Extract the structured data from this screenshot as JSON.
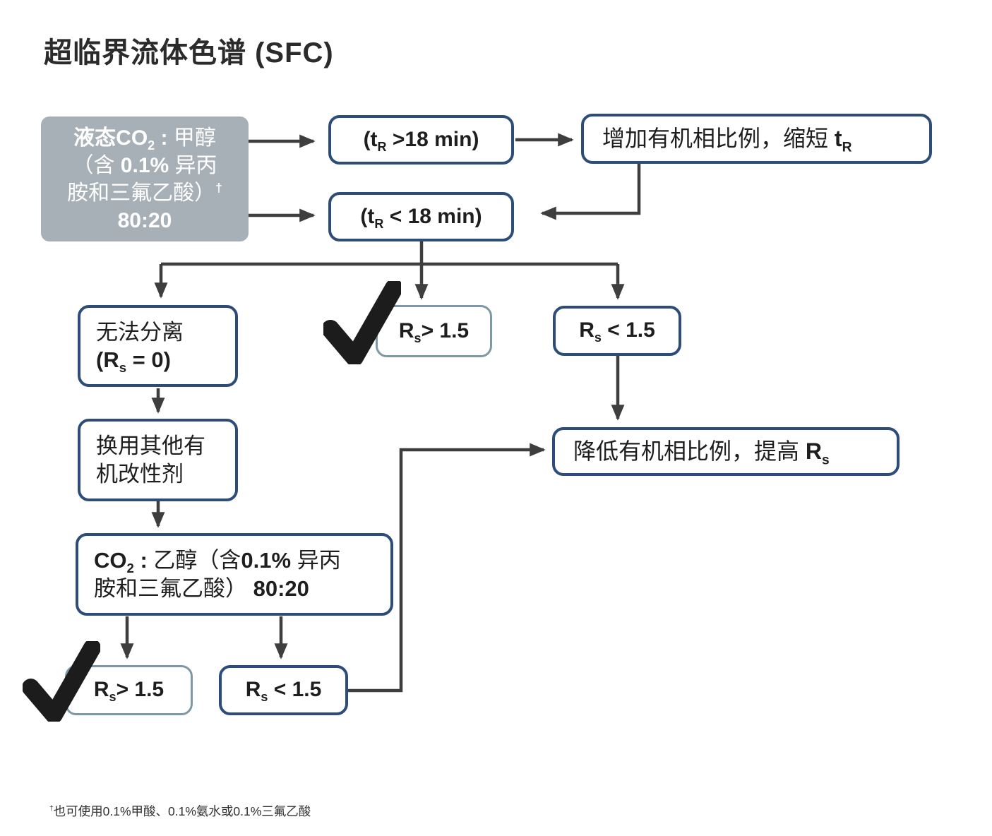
{
  "title": "超临界流体色谱 (SFC)",
  "colors": {
    "navy_border": "#2e4c78",
    "light_border": "#7e98a5",
    "gray_fill": "#a7b0b7",
    "arrow": "#3e3e3e",
    "check": "#1c1c1c",
    "background": "#ffffff"
  },
  "icons": {
    "check": "heavy check mark"
  },
  "nodes": {
    "source": {
      "lines": [
        [
          {
            "t": "液态CO",
            "b": 1
          },
          {
            "t": "2",
            "sub": 1,
            "b": 1
          },
          {
            "t": " : ",
            "b": 1
          },
          {
            "t": "甲醇"
          }
        ],
        [
          {
            "t": "（含 "
          },
          {
            "t": "0.1%",
            "b": 1
          },
          {
            "t": " 异丙"
          }
        ],
        [
          {
            "t": "胺和三氟乙酸）"
          },
          {
            "t": "†",
            "sup": 1,
            "b": 1
          }
        ],
        [
          {
            "t": "80:20",
            "b": 1
          }
        ]
      ]
    },
    "tr_gt18": {
      "lines": [
        [
          {
            "t": "(t",
            "b": 1
          },
          {
            "t": "R",
            "sub": 1,
            "b": 1
          },
          {
            "t": " >18 min)",
            "b": 1
          }
        ]
      ]
    },
    "increase_organic": {
      "lines": [
        [
          {
            "t": "增加有机相比例，缩短 "
          },
          {
            "t": "t",
            "b": 1
          },
          {
            "t": "R",
            "sub": 1,
            "b": 1
          }
        ]
      ]
    },
    "tr_lt18": {
      "lines": [
        [
          {
            "t": "(t",
            "b": 1
          },
          {
            "t": "R",
            "sub": 1,
            "b": 1
          },
          {
            "t": " < 18 min)",
            "b": 1
          }
        ]
      ]
    },
    "no_separation": {
      "lines": [
        [
          {
            "t": "无法分离"
          }
        ],
        [
          {
            "t": "(R",
            "b": 1
          },
          {
            "t": "s",
            "sub": 1,
            "b": 1
          },
          {
            "t": " = 0)",
            "b": 1
          }
        ]
      ]
    },
    "rs_ok_mid": {
      "lines": [
        [
          {
            "t": "R",
            "b": 1
          },
          {
            "t": "s",
            "sub": 1,
            "b": 1
          },
          {
            "t": "> 1.5",
            "b": 1
          }
        ]
      ]
    },
    "rs_low_top": {
      "lines": [
        [
          {
            "t": "R",
            "b": 1
          },
          {
            "t": "s",
            "sub": 1,
            "b": 1
          },
          {
            "t": " < 1.5",
            "b": 1
          }
        ]
      ]
    },
    "switch_modifier": {
      "lines": [
        [
          {
            "t": "换用其他有"
          }
        ],
        [
          {
            "t": "机改性剂"
          }
        ]
      ]
    },
    "co2_ethanol": {
      "lines": [
        [
          {
            "t": "CO",
            "b": 1
          },
          {
            "t": "2",
            "sub": 1,
            "b": 1
          },
          {
            "t": " : ",
            "b": 1
          },
          {
            "t": "乙醇（含"
          },
          {
            "t": "0.1%",
            "b": 1
          },
          {
            "t": " 异丙"
          }
        ],
        [
          {
            "t": "胺和三氟乙酸）"
          },
          {
            "t": " "
          },
          {
            "t": "80:20",
            "b": 1
          }
        ]
      ]
    },
    "rs_ok_bottom": {
      "lines": [
        [
          {
            "t": "R",
            "b": 1
          },
          {
            "t": "s",
            "sub": 1,
            "b": 1
          },
          {
            "t": "> 1.5",
            "b": 1
          }
        ]
      ]
    },
    "rs_low_bottom": {
      "lines": [
        [
          {
            "t": "R",
            "b": 1
          },
          {
            "t": "s",
            "sub": 1,
            "b": 1
          },
          {
            "t": " < 1.5",
            "b": 1
          }
        ]
      ]
    },
    "decrease_organic": {
      "lines": [
        [
          {
            "t": "降低有机相比例，提高 "
          },
          {
            "t": "R",
            "b": 1
          },
          {
            "t": "s",
            "sub": 1,
            "b": 1
          }
        ]
      ]
    }
  },
  "footnote": {
    "lines": [
      [
        {
          "t": "†",
          "sup": 1
        },
        {
          "t": "也可使用0.1%甲酸、0.1%氨水或0.1%三氟乙酸"
        }
      ]
    ]
  }
}
